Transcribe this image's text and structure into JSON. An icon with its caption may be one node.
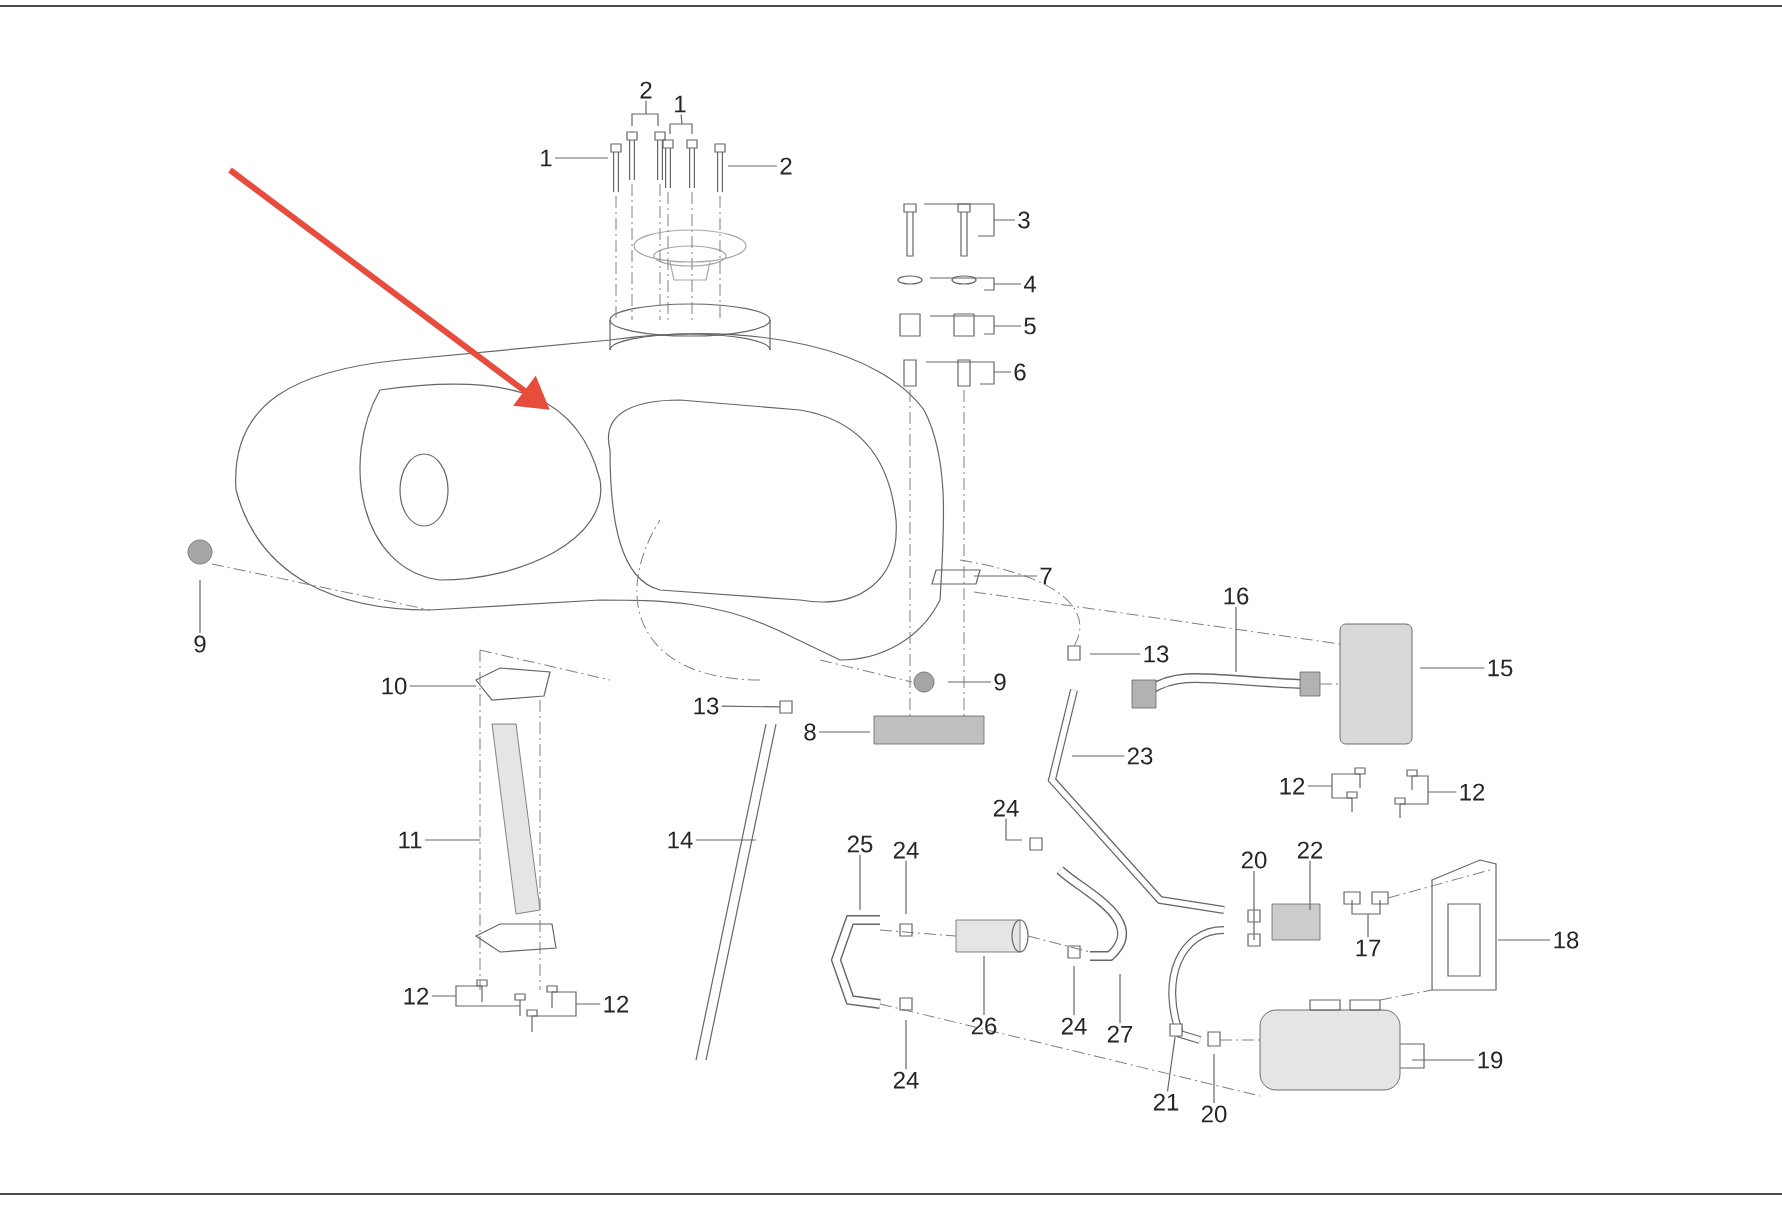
{
  "diagram": {
    "nodes": [
      {
        "text": [
          "1"
        ]
      },
      {
        "text": [
          "2"
        ]
      },
      {
        "text": [
          "1"
        ]
      },
      {
        "text": [
          "2"
        ]
      },
      {
        "text": [
          "3"
        ]
      },
      {
        "text": [
          "4"
        ]
      },
      {
        "text": [
          "5"
        ]
      },
      {
        "text": [
          "6"
        ]
      },
      {
        "text": [
          "7"
        ]
      },
      {
        "text": [
          "9"
        ]
      },
      {
        "text": [
          "9"
        ]
      },
      {
        "text": [
          "10"
        ]
      },
      {
        "text": [
          "13"
        ]
      },
      {
        "text": [
          "8"
        ]
      },
      {
        "text": [
          "13"
        ]
      },
      {
        "text": [
          "16"
        ]
      },
      {
        "text": [
          "15"
        ]
      },
      {
        "text": [
          "23"
        ]
      },
      {
        "text": [
          "12"
        ]
      },
      {
        "text": [
          "12"
        ]
      },
      {
        "text": [
          "11"
        ]
      },
      {
        "text": [
          "14"
        ]
      },
      {
        "text": [
          "24"
        ]
      },
      {
        "text": [
          "25"
        ]
      },
      {
        "text": [
          "24"
        ]
      },
      {
        "text": [
          "20"
        ]
      },
      {
        "text": [
          "22"
        ]
      },
      {
        "text": [
          "17"
        ]
      },
      {
        "text": [
          "18"
        ]
      },
      {
        "text": [
          "12"
        ]
      },
      {
        "text": [
          "12"
        ]
      },
      {
        "text": [
          "24"
        ]
      },
      {
        "text": [
          "26"
        ]
      },
      {
        "text": [
          "24"
        ]
      },
      {
        "text": [
          "27"
        ]
      },
      {
        "text": [
          "21"
        ]
      },
      {
        "text": [
          "20"
        ]
      },
      {
        "text": [
          "19"
        ]
      },
      {
        "text": [],
        "shape": "box"
      },
      {
        "text": [],
        "shape": "box"
      }
    ],
    "edges": [
      {
        "from": 0,
        "to": null,
        "arrow": "none"
      },
      {
        "from": 1,
        "to": null,
        "arrow": "none"
      },
      {
        "from": 2,
        "to": null,
        "arrow": "none"
      },
      {
        "from": 3,
        "to": null,
        "arrow": "none"
      },
      {
        "from": 4,
        "to": null,
        "arrow": "none"
      },
      {
        "from": 5,
        "to": null,
        "arrow": "none"
      },
      {
        "from": 6,
        "to": null,
        "arrow": "none"
      },
      {
        "from": 7,
        "to": null,
        "arrow": "none"
      },
      {
        "from": 8,
        "to": null,
        "arrow": "none"
      },
      {
        "from": 9,
        "to": null,
        "arrow": "none"
      },
      {
        "from": 10,
        "to": null,
        "arrow": "none"
      },
      {
        "from": 11,
        "to": null,
        "arrow": "none"
      },
      {
        "from": 12,
        "to": 38,
        "arrow": "none"
      },
      {
        "from": 13,
        "to": null,
        "arrow": "none"
      },
      {
        "from": 14,
        "to": null,
        "arrow": "none"
      },
      {
        "from": 15,
        "to": null,
        "arrow": "none"
      },
      {
        "from": 16,
        "to": null,
        "arrow": "none"
      },
      {
        "from": 17,
        "to": null,
        "arrow": "none"
      },
      {
        "from": 18,
        "to": null,
        "arrow": "none"
      },
      {
        "from": 19,
        "to": null,
        "arrow": "none"
      },
      {
        "from": 20,
        "to": null,
        "arrow": "none"
      },
      {
        "from": 21,
        "to": null,
        "arrow": "none"
      },
      {
        "from": 22,
        "to": null,
        "arrow": "none"
      },
      {
        "from": 23,
        "to": null,
        "arrow": "none"
      },
      {
        "from": 24,
        "to": null,
        "arrow": "none"
      },
      {
        "from": 25,
        "to": null,
        "arrow": "none"
      },
      {
        "from": 26,
        "to": null,
        "arrow": "none"
      },
      {
        "from": 27,
        "to": null,
        "arrow": "none"
      },
      {
        "from": 28,
        "to": null,
        "arrow": "none"
      },
      {
        "from": 29,
        "to": null,
        "arrow": "none"
      },
      {
        "from": 30,
        "to": null,
        "arrow": "none"
      },
      {
        "from": 31,
        "to": null,
        "arrow": "none"
      },
      {
        "from": 32,
        "to": null,
        "arrow": "none"
      },
      {
        "from": 33,
        "to": null,
        "arrow": "none"
      },
      {
        "from": 34,
        "to": null,
        "arrow": "none"
      },
      {
        "from": 35,
        "to": 39,
        "arrow": "none"
      },
      {
        "from": 36,
        "to": null,
        "arrow": "none"
      },
      {
        "from": 37,
        "to": null,
        "arrow": "none"
      }
    ]
  }
}
